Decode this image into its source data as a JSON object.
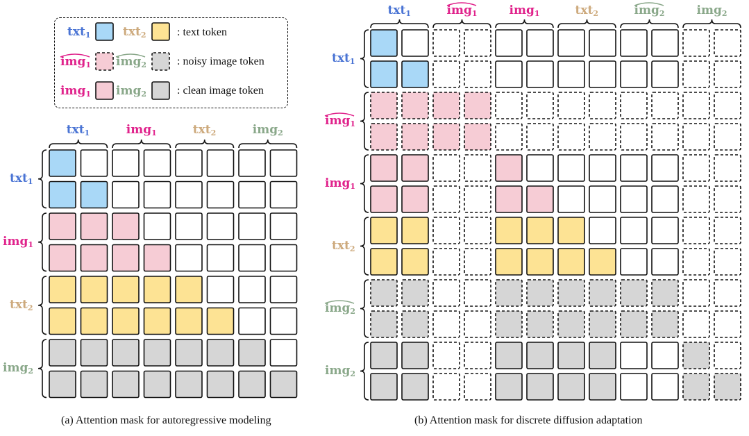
{
  "colors": {
    "txt1": "#4a74d4",
    "img1": "#e0238c",
    "txt2": "#cdaa7d",
    "img2": "#8aa88a",
    "text_fill": "#fde394",
    "txt1_fill": "#a9d8f7",
    "img_fill": "#f6ccd5",
    "img2_fill": "#d6d6d6"
  },
  "labels": {
    "txt1": {
      "base": "txt",
      "sub": "1"
    },
    "img1": {
      "base": "img",
      "sub": "1"
    },
    "txt2": {
      "base": "txt",
      "sub": "2"
    },
    "img2": {
      "base": "img",
      "sub": "2"
    }
  },
  "legend": {
    "text_token": ": text token",
    "noisy_image_token": ": noisy image token",
    "clean_image_token": ": clean image token"
  },
  "panel_a": {
    "caption": "(a) Attention mask for autoregressive modeling",
    "groups": [
      "txt1",
      "img1",
      "txt2",
      "img2"
    ],
    "rows": [
      [
        "txt1",
        "e",
        "e",
        "e",
        "e",
        "e",
        "e",
        "e"
      ],
      [
        "txt1",
        "txt1",
        "e",
        "e",
        "e",
        "e",
        "e",
        "e"
      ],
      [
        "img",
        "img",
        "img",
        "e",
        "e",
        "e",
        "e",
        "e"
      ],
      [
        "img",
        "img",
        "img",
        "img",
        "e",
        "e",
        "e",
        "e"
      ],
      [
        "txt2",
        "txt2",
        "txt2",
        "txt2",
        "txt2",
        "e",
        "e",
        "e"
      ],
      [
        "txt2",
        "txt2",
        "txt2",
        "txt2",
        "txt2",
        "txt2",
        "e",
        "e"
      ],
      [
        "img2",
        "img2",
        "img2",
        "img2",
        "img2",
        "img2",
        "img2",
        "e"
      ],
      [
        "img2",
        "img2",
        "img2",
        "img2",
        "img2",
        "img2",
        "img2",
        "img2"
      ]
    ]
  },
  "panel_b": {
    "caption": "(b) Attention mask for discrete diffusion adaptation",
    "groups": [
      "txt1",
      "img1_noisy",
      "img1",
      "txt2",
      "img2_noisy",
      "img2"
    ],
    "dashed_cols": [
      2,
      3,
      10,
      11
    ],
    "dashed_rows": [
      2,
      3,
      8,
      9
    ],
    "rows": [
      [
        "txt1",
        "e",
        "e",
        "e",
        "e",
        "e",
        "e",
        "e",
        "e",
        "e",
        "e",
        "e"
      ],
      [
        "txt1",
        "txt1",
        "e",
        "e",
        "e",
        "e",
        "e",
        "e",
        "e",
        "e",
        "e",
        "e"
      ],
      [
        "img",
        "img",
        "img",
        "img",
        "e",
        "e",
        "e",
        "e",
        "e",
        "e",
        "e",
        "e"
      ],
      [
        "img",
        "img",
        "img",
        "img",
        "e",
        "e",
        "e",
        "e",
        "e",
        "e",
        "e",
        "e"
      ],
      [
        "img",
        "img",
        "e",
        "e",
        "img",
        "e",
        "e",
        "e",
        "e",
        "e",
        "e",
        "e"
      ],
      [
        "img",
        "img",
        "e",
        "e",
        "img",
        "img",
        "e",
        "e",
        "e",
        "e",
        "e",
        "e"
      ],
      [
        "txt2",
        "txt2",
        "e",
        "e",
        "txt2",
        "txt2",
        "txt2",
        "e",
        "e",
        "e",
        "e",
        "e"
      ],
      [
        "txt2",
        "txt2",
        "e",
        "e",
        "txt2",
        "txt2",
        "txt2",
        "txt2",
        "e",
        "e",
        "e",
        "e"
      ],
      [
        "img2",
        "img2",
        "e",
        "e",
        "img2",
        "img2",
        "img2",
        "img2",
        "img2",
        "img2",
        "e",
        "e"
      ],
      [
        "img2",
        "img2",
        "e",
        "e",
        "img2",
        "img2",
        "img2",
        "img2",
        "img2",
        "img2",
        "e",
        "e"
      ],
      [
        "img2",
        "img2",
        "e",
        "e",
        "img2",
        "img2",
        "img2",
        "img2",
        "e",
        "e",
        "img2",
        "e"
      ],
      [
        "img2",
        "img2",
        "e",
        "e",
        "img2",
        "img2",
        "img2",
        "img2",
        "e",
        "e",
        "img2",
        "img2"
      ]
    ]
  }
}
